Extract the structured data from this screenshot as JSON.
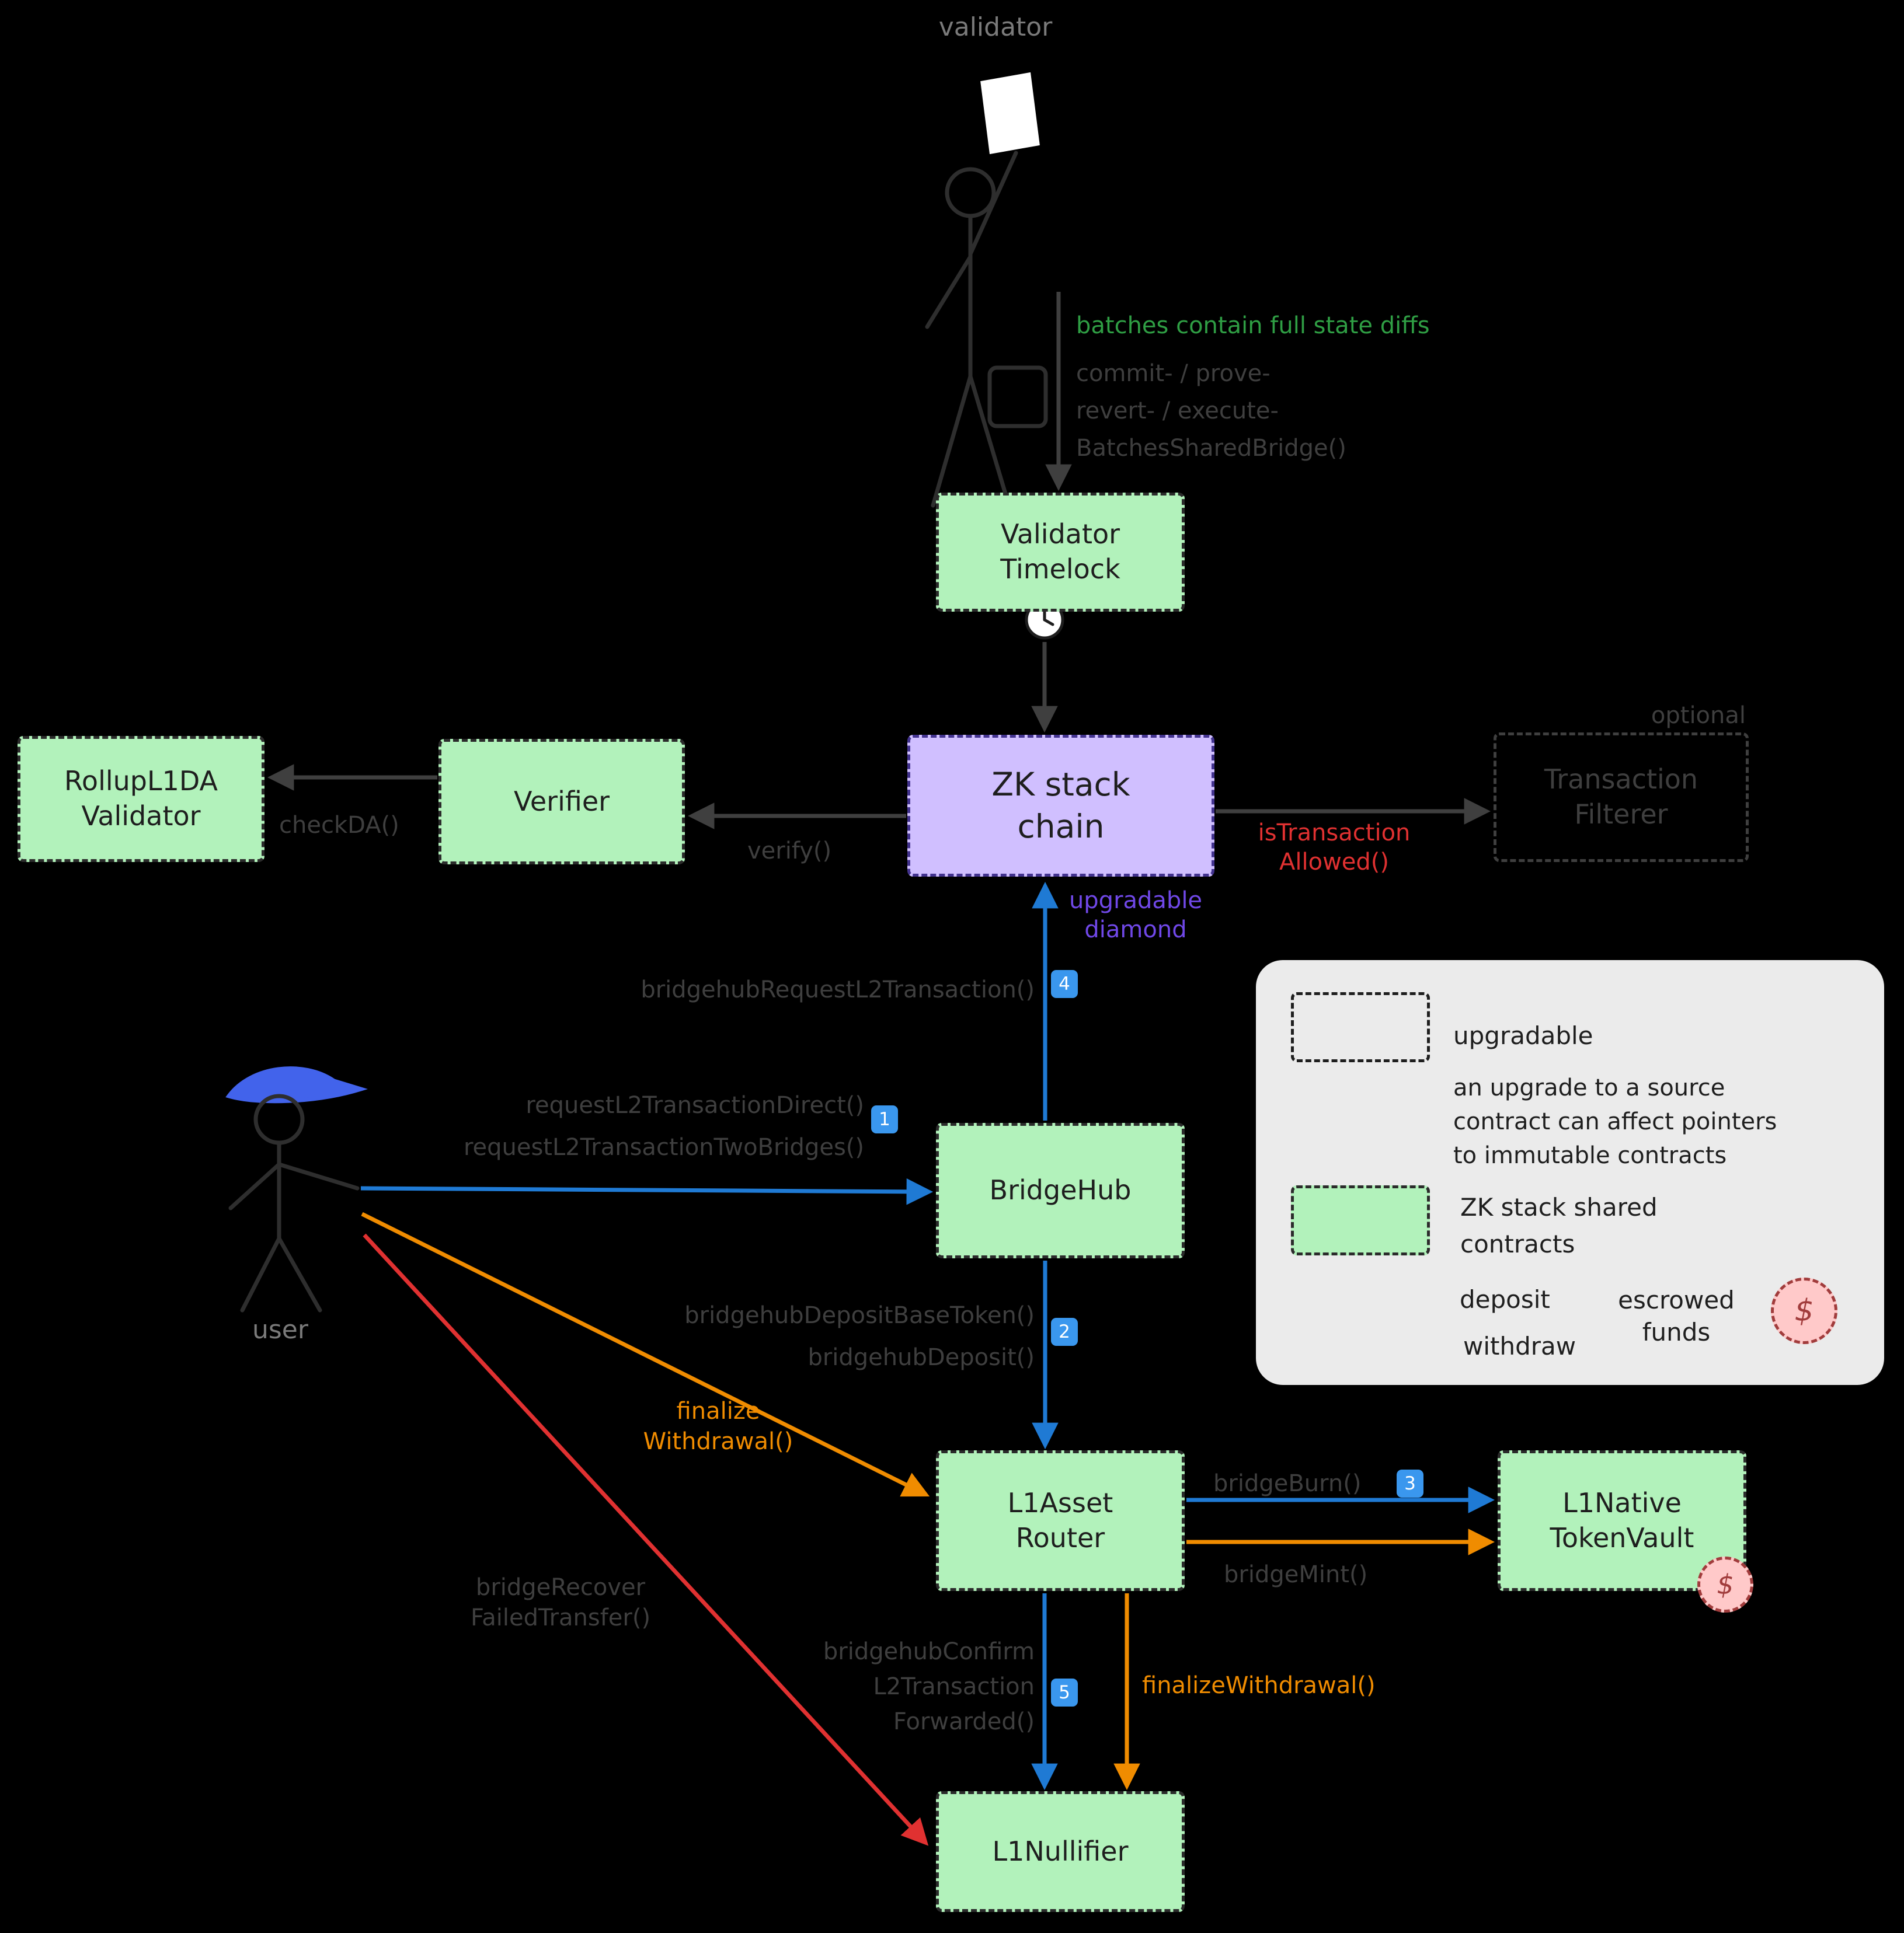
{
  "colors": {
    "bg": "#000000",
    "dim": "#3f3f3f",
    "figure": "#2e2e2e",
    "gray_label": "#7a7a7a",
    "green_text": "#2f9e44",
    "red": "#e03131",
    "blue": "#1f7ad4",
    "badge_blue": "#3a97ee",
    "orange": "#f08c00",
    "purple_text": "#7048e8",
    "green_fill": "#b2f2bb",
    "green_border": "#2b2b2b",
    "purple_fill": "#d0bfff",
    "purple_border": "#43338f",
    "box_text": "#1e1e1e",
    "legend_bg": "#ebebeb",
    "pink_fill": "#ffc9c9",
    "pink_border": "#a13c3c",
    "user_cap": "#4263eb",
    "white": "#ffffff"
  },
  "actors": {
    "validator": {
      "label": "validator"
    },
    "user": {
      "label": "user"
    }
  },
  "nodes": {
    "validator_timelock": {
      "label": "Validator\nTimelock"
    },
    "zk_stack_chain": {
      "label": "ZK stack\nchain"
    },
    "verifier": {
      "label": "Verifier"
    },
    "rollup_l1da_validator": {
      "label": "RollupL1DA\nValidator"
    },
    "transaction_filterer": {
      "label": "Transaction\nFilterer",
      "note": "optional"
    },
    "bridgehub": {
      "label": "BridgeHub"
    },
    "l1_asset_router": {
      "label": "L1Asset\nRouter"
    },
    "l1_native_token_vault": {
      "label": "L1Native\nTokenVault"
    },
    "l1_nullifier": {
      "label": "L1Nullifier"
    }
  },
  "annotations": {
    "batches_note": "batches contain full state diffs",
    "commit_note": "commit- / prove-\nrevert- / execute-\nBatchesSharedBridge()",
    "upgradable_diamond": "upgradable\ndiamond"
  },
  "edges": {
    "check_da": {
      "label": "checkDA()"
    },
    "verify": {
      "label": "verify()"
    },
    "is_transaction_allowed": {
      "label": "isTransaction\nAllowed()"
    },
    "bridgehub_request": {
      "label": "bridgehubRequestL2Transaction()",
      "badge": "4"
    },
    "request_l2": {
      "label": "requestL2TransactionDirect()\nrequestL2TransactionTwoBridges()",
      "badge": "1"
    },
    "bridgehub_deposit": {
      "label": "bridgehubDepositBaseToken()\nbridgehubDeposit()",
      "badge": "2"
    },
    "bridge_burn": {
      "label": "bridgeBurn()",
      "badge": "3"
    },
    "bridge_mint": {
      "label": "bridgeMint()"
    },
    "finalize_withdrawal_user": {
      "label": "finalize\nWithdrawal()"
    },
    "bridge_recover": {
      "label": "bridgeRecover\nFailedTransfer()"
    },
    "bridgehub_confirm": {
      "label": "bridgehubConfirm\nL2Transaction\nForwarded()",
      "badge": "5"
    },
    "finalize_withdrawal": {
      "label": "finalizeWithdrawal()"
    }
  },
  "legend": {
    "upgradable": "upgradable",
    "upgrade_note": "an upgrade to a source\ncontract can affect pointers\nto immutable contracts",
    "shared": "ZK stack shared\ncontracts",
    "deposit": "deposit",
    "withdraw": "withdraw",
    "escrowed": "escrowed\nfunds",
    "escrow_symbol": "$"
  }
}
